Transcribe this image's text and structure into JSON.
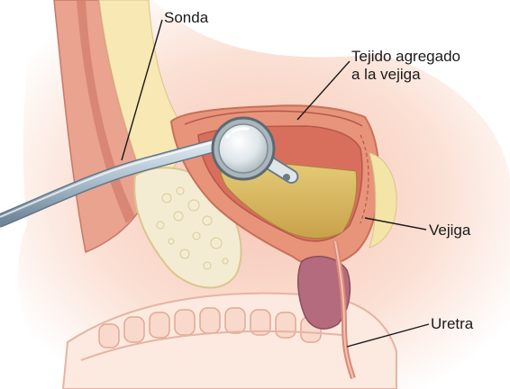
{
  "labels": {
    "sonda": "Sonda",
    "tejido_line1": "Tejido agregado",
    "tejido_line2": "a la vejiga",
    "vejiga": "Vejiga",
    "uretra": "Uretra"
  },
  "colors": {
    "skin_outline": "#e8b9a8",
    "body_fill": "#fbe3d6",
    "fat_yellow": "#f6efc4",
    "bone_fill": "#f4ecd2",
    "muscle": "#d98a78",
    "bladder_tissue": "#e7947b",
    "bladder_lining": "#d86f5d",
    "urine": "#d9b95a",
    "prostate": "#b56b7e",
    "spine": "#f8d9cc",
    "scope_tube": "#9fb4c6",
    "scope_lens": "#e9eef1",
    "leader_line": "#1a1a1a"
  }
}
